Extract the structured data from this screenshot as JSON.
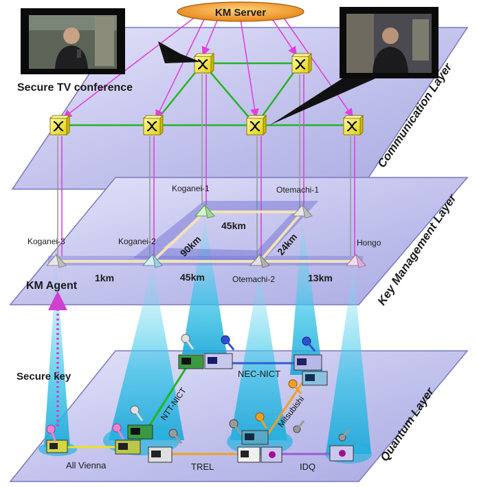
{
  "server": {
    "label": "KM Server"
  },
  "conference": {
    "label": "Secure TV conference"
  },
  "layers": {
    "communication": "Communication Layer",
    "key_management": "Key Management Layer",
    "quantum": "Quantum Layer"
  },
  "nodes": {
    "koganei1": "Koganei-1",
    "koganei2": "Koganei-2",
    "koganei3": "Koganei-3",
    "otemachi1": "Otemachi-1",
    "otemachi2": "Otemachi-2",
    "hongo": "Hongo"
  },
  "distances": {
    "d1km": "1km",
    "d45km_bottom": "45km",
    "d13km": "13km",
    "d90km": "90km",
    "d45km_top": "45km",
    "d24km": "24km"
  },
  "agent": {
    "label": "KM Agent"
  },
  "secure_key": {
    "label": "Secure key"
  },
  "quantum_links": {
    "ntt": "NTT-NICT",
    "nec": "NEC-NICT",
    "mitsubishi": "Mitsubishi",
    "all_vienna": "All Vienna",
    "trel": "TREL",
    "idq": "IDQ"
  },
  "colors": {
    "layer_fill": "#c9c9f2",
    "green_link": "#22b422",
    "magenta_link": "#e040e0",
    "switch_yellow": "#f4ee2a",
    "server_fill": "#f0a020",
    "beam": "#3ec8e8"
  }
}
